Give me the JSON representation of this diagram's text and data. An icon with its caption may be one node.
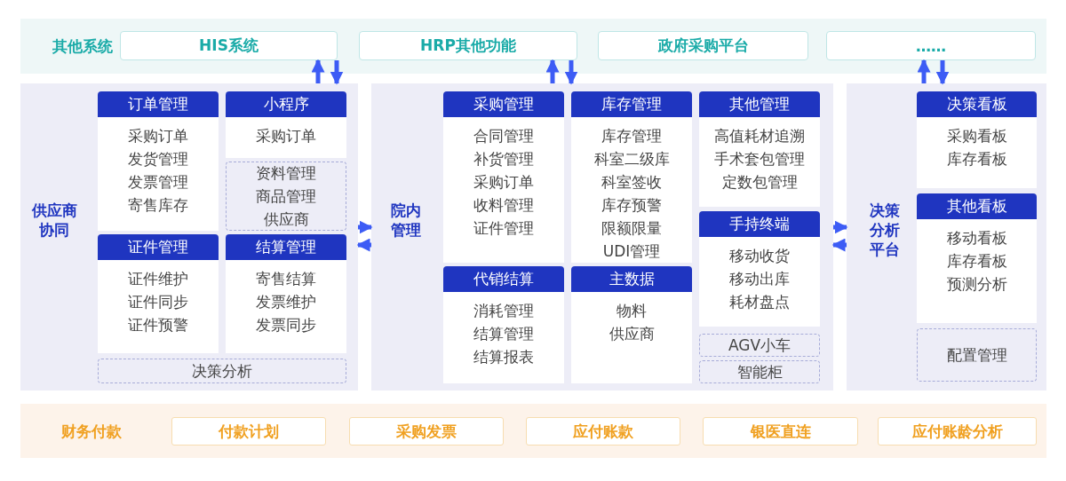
{
  "diagram": {
    "nodes": [
      {
        "text": [
          "其他系统"
        ]
      },
      {
        "text": [
          "HIS系统"
        ],
        "in": 0
      },
      {
        "text": [
          "HRP其他功能"
        ],
        "in": 0
      },
      {
        "text": [
          "政府采购平台"
        ],
        "in": 0
      },
      {
        "text": [
          "……"
        ],
        "in": 0
      },
      {
        "text": [
          "供应商协同"
        ]
      },
      {
        "text": [
          "订单管理",
          "采购订单",
          "发货管理",
          "发票管理",
          "寄售库存"
        ],
        "in": 5
      },
      {
        "text": [
          "小程序",
          "采购订单"
        ],
        "in": 5
      },
      {
        "text": [
          "资料管理",
          "商品管理",
          "供应商"
        ],
        "in": 5
      },
      {
        "text": [
          "证件管理",
          "证件维护",
          "证件同步",
          "证件预警"
        ],
        "in": 5
      },
      {
        "text": [
          "结算管理",
          "寄售结算",
          "发票维护",
          "发票同步"
        ],
        "in": 5
      },
      {
        "text": [
          "决策分析"
        ],
        "in": 5
      },
      {
        "text": [
          "院内管理"
        ]
      },
      {
        "text": [
          "采购管理",
          "合同管理",
          "补货管理",
          "采购订单",
          "收料管理",
          "证件管理"
        ],
        "in": 12
      },
      {
        "text": [
          "库存管理",
          "库存管理",
          "科室二级库",
          "科室签收",
          "库存预警",
          "限额限量",
          "UDI管理"
        ],
        "in": 12
      },
      {
        "text": [
          "其他管理",
          "高值耗材追溯",
          "手术套包管理",
          "定数包管理"
        ],
        "in": 12
      },
      {
        "text": [
          "代销结算",
          "消耗管理",
          "结算管理",
          "结算报表"
        ],
        "in": 12
      },
      {
        "text": [
          "主数据",
          "物料",
          "供应商"
        ],
        "in": 12
      },
      {
        "text": [
          "手持终端",
          "移动收货",
          "移动出库",
          "耗材盘点"
        ],
        "in": 12
      },
      {
        "text": [
          "AGV小车"
        ],
        "in": 12
      },
      {
        "text": [
          "智能柜"
        ],
        "in": 12
      },
      {
        "text": [
          "决策分析平台"
        ]
      },
      {
        "text": [
          "决策看板",
          "采购看板",
          "库存看板"
        ],
        "in": 21
      },
      {
        "text": [
          "其他看板",
          "移动看板",
          "库存看板",
          "预测分析"
        ],
        "in": 21
      },
      {
        "text": [
          "配置管理"
        ],
        "in": 21
      },
      {
        "text": [
          "财务付款"
        ]
      },
      {
        "text": [
          "付款计划"
        ],
        "in": 25
      },
      {
        "text": [
          "采购发票"
        ],
        "in": 25
      },
      {
        "text": [
          "应付账款"
        ],
        "in": 25
      },
      {
        "text": [
          "银医直连"
        ],
        "in": 25
      },
      {
        "text": [
          "应付账龄分析"
        ],
        "in": 25
      }
    ],
    "edges": [
      {
        "from": 5,
        "to": 1,
        "arrow": "to"
      },
      {
        "from": 1,
        "to": 5,
        "arrow": "to"
      },
      {
        "from": 12,
        "to": 2,
        "arrow": "to"
      },
      {
        "from": 2,
        "to": 12,
        "arrow": "to"
      },
      {
        "from": 21,
        "to": 4,
        "arrow": "to"
      },
      {
        "from": 4,
        "to": 21,
        "arrow": "to"
      },
      {
        "from": 5,
        "to": 12,
        "arrow": "to"
      },
      {
        "from": 12,
        "to": 5,
        "arrow": "to"
      },
      {
        "from": 12,
        "to": 21,
        "arrow": "to"
      },
      {
        "from": 21,
        "to": 12,
        "arrow": "to"
      }
    ]
  }
}
